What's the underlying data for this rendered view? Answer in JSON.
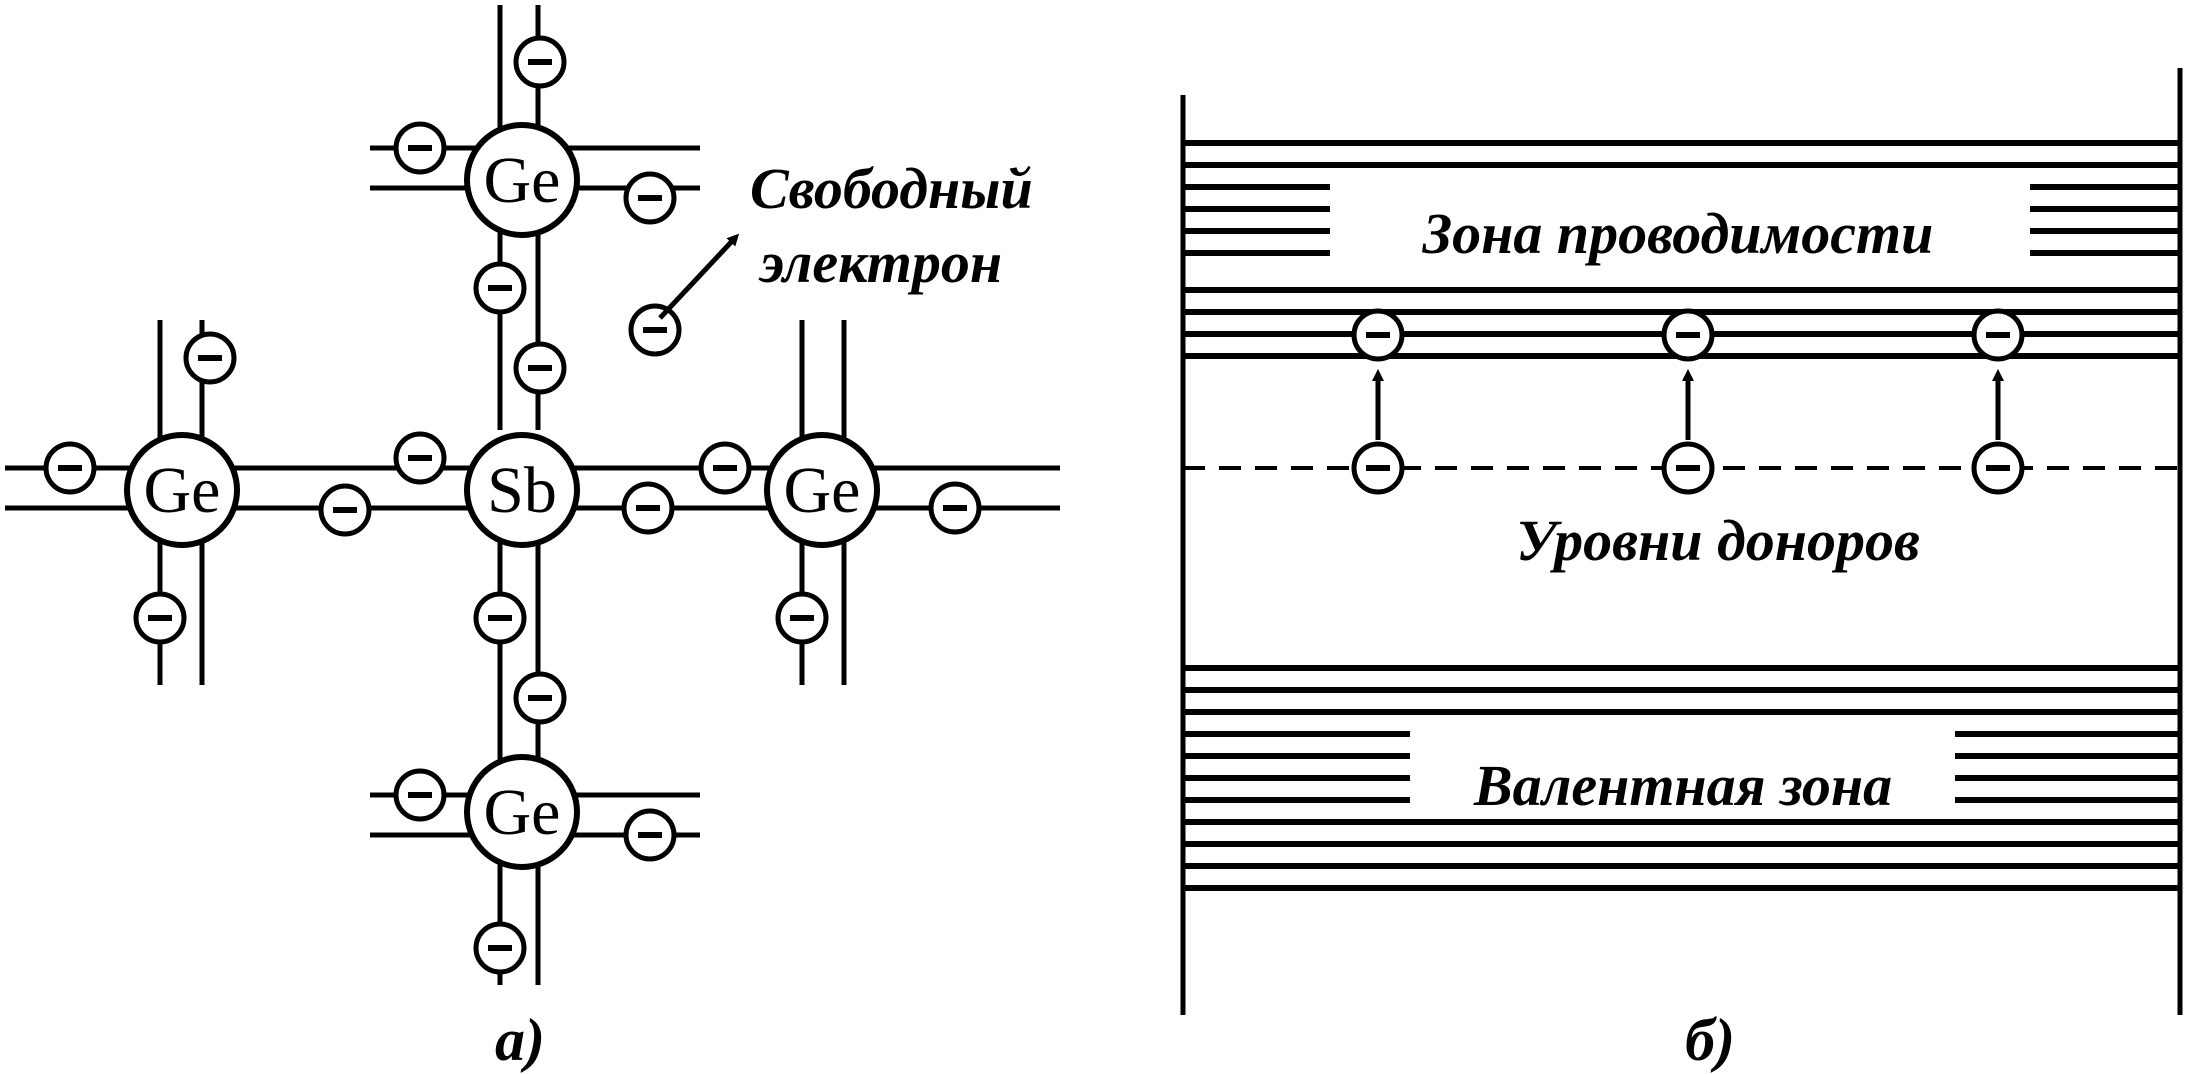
{
  "panel_a": {
    "label": "a)",
    "atoms": {
      "top": "Ge",
      "left": "Ge",
      "center": "Sb",
      "right": "Ge",
      "bottom": "Ge"
    },
    "free_electron_label_line1": "Свободный",
    "free_electron_label_line2": "электрон",
    "electron_symbol": "−"
  },
  "panel_b": {
    "label": "б)",
    "conduction_band_label": "Зона проводимости",
    "donor_levels_label": "Уровни доноров",
    "valence_band_label": "Валентная зона"
  }
}
